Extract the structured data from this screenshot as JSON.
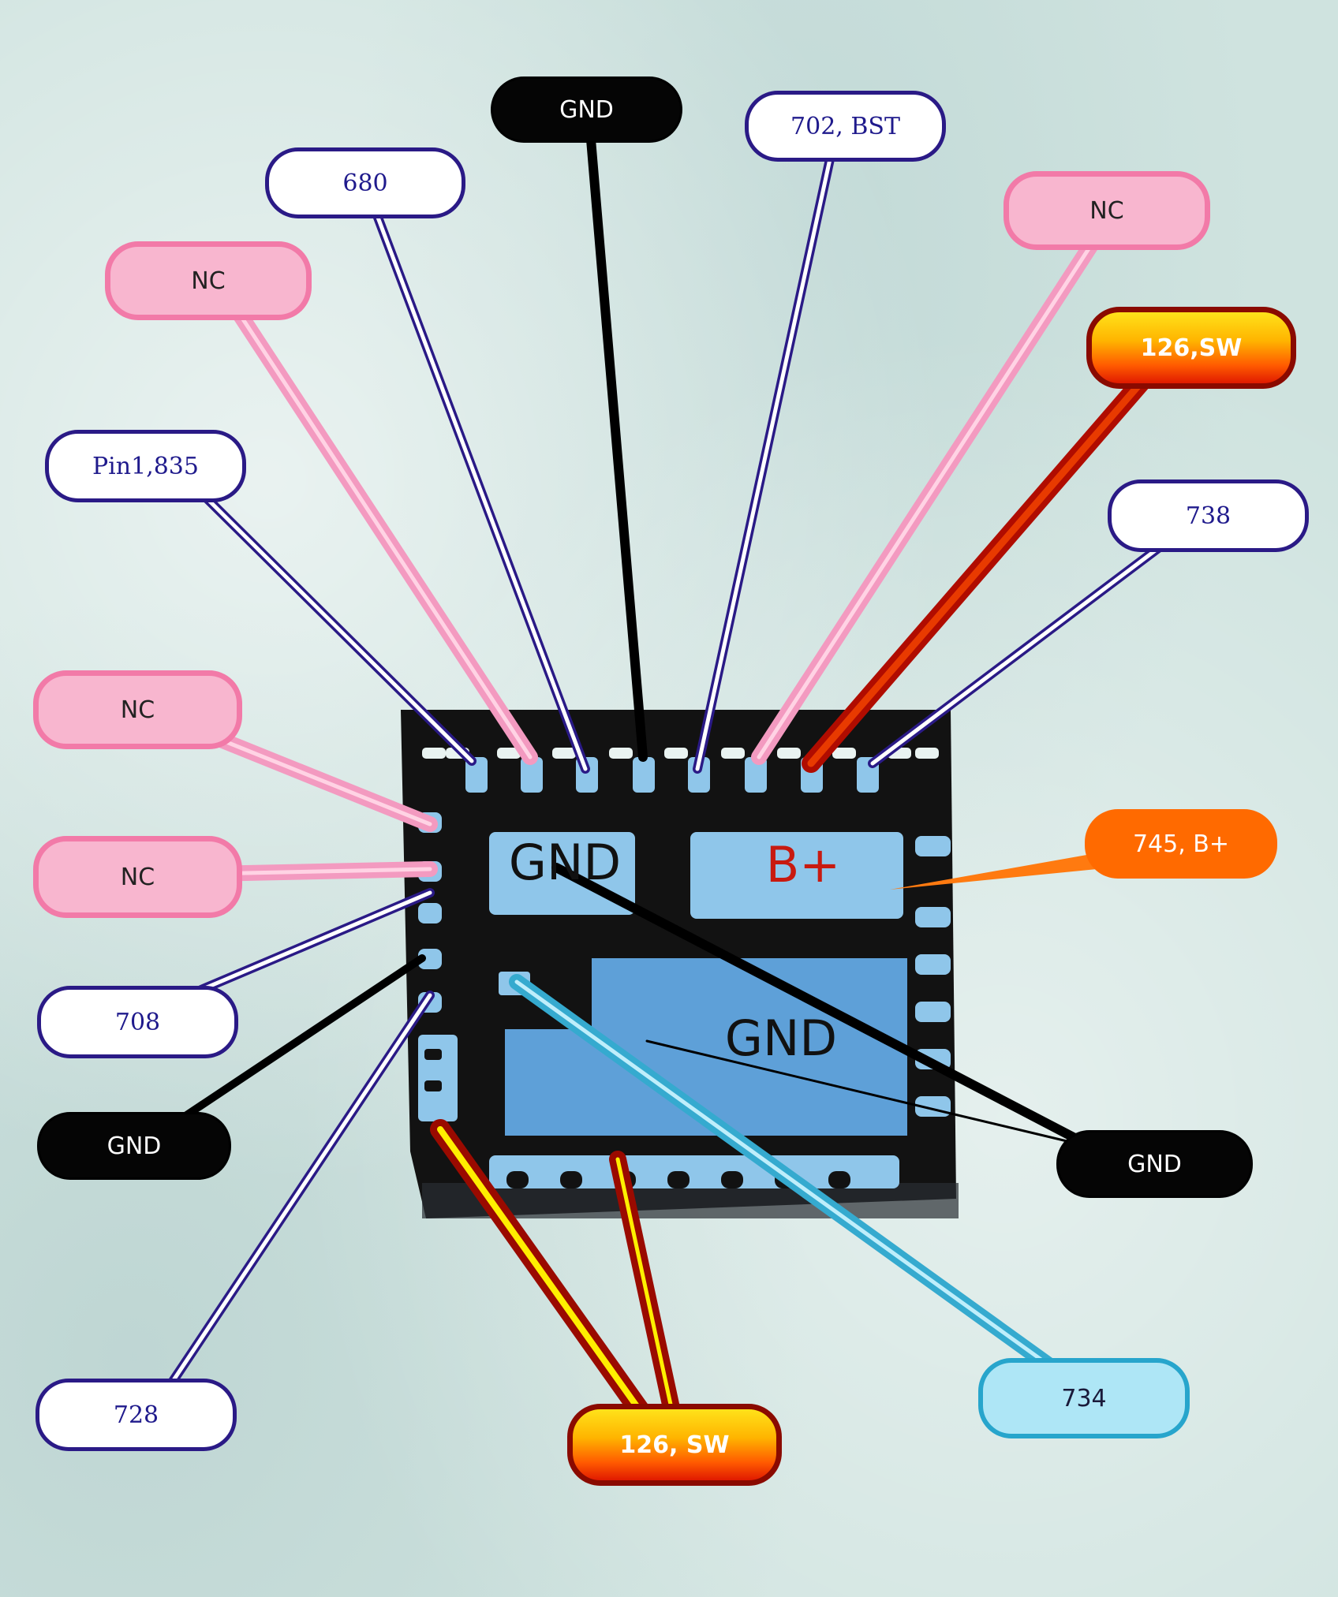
{
  "colors": {
    "chip_body": "#111111",
    "pad": "#8fc6ea",
    "pad_large": "#5ea0d8",
    "pink": "#f39ac0",
    "navy": "#2a1a86",
    "red": "#b00c00",
    "orange": "#ff7a10",
    "cyan": "#35aacf",
    "black": "#000000"
  },
  "pads": {
    "gnd_top": "GND",
    "bplus": "B+",
    "gnd_bottom": "GND"
  },
  "callouts": {
    "gnd_top": "GND",
    "bst_702": "702, BST",
    "p680": "680",
    "nc_top_left": "NC",
    "nc_top_right": "NC",
    "sw_126_top": "126,SW",
    "pin1_835": "Pin1,835",
    "p738": "738",
    "nc_left_1": "NC",
    "bplus_745": "745, B+",
    "nc_left_2": "NC",
    "p708": "708",
    "gnd_left": "GND",
    "gnd_right": "GND",
    "p728": "728",
    "p734": "734",
    "sw_126_bottom": "126, SW"
  }
}
